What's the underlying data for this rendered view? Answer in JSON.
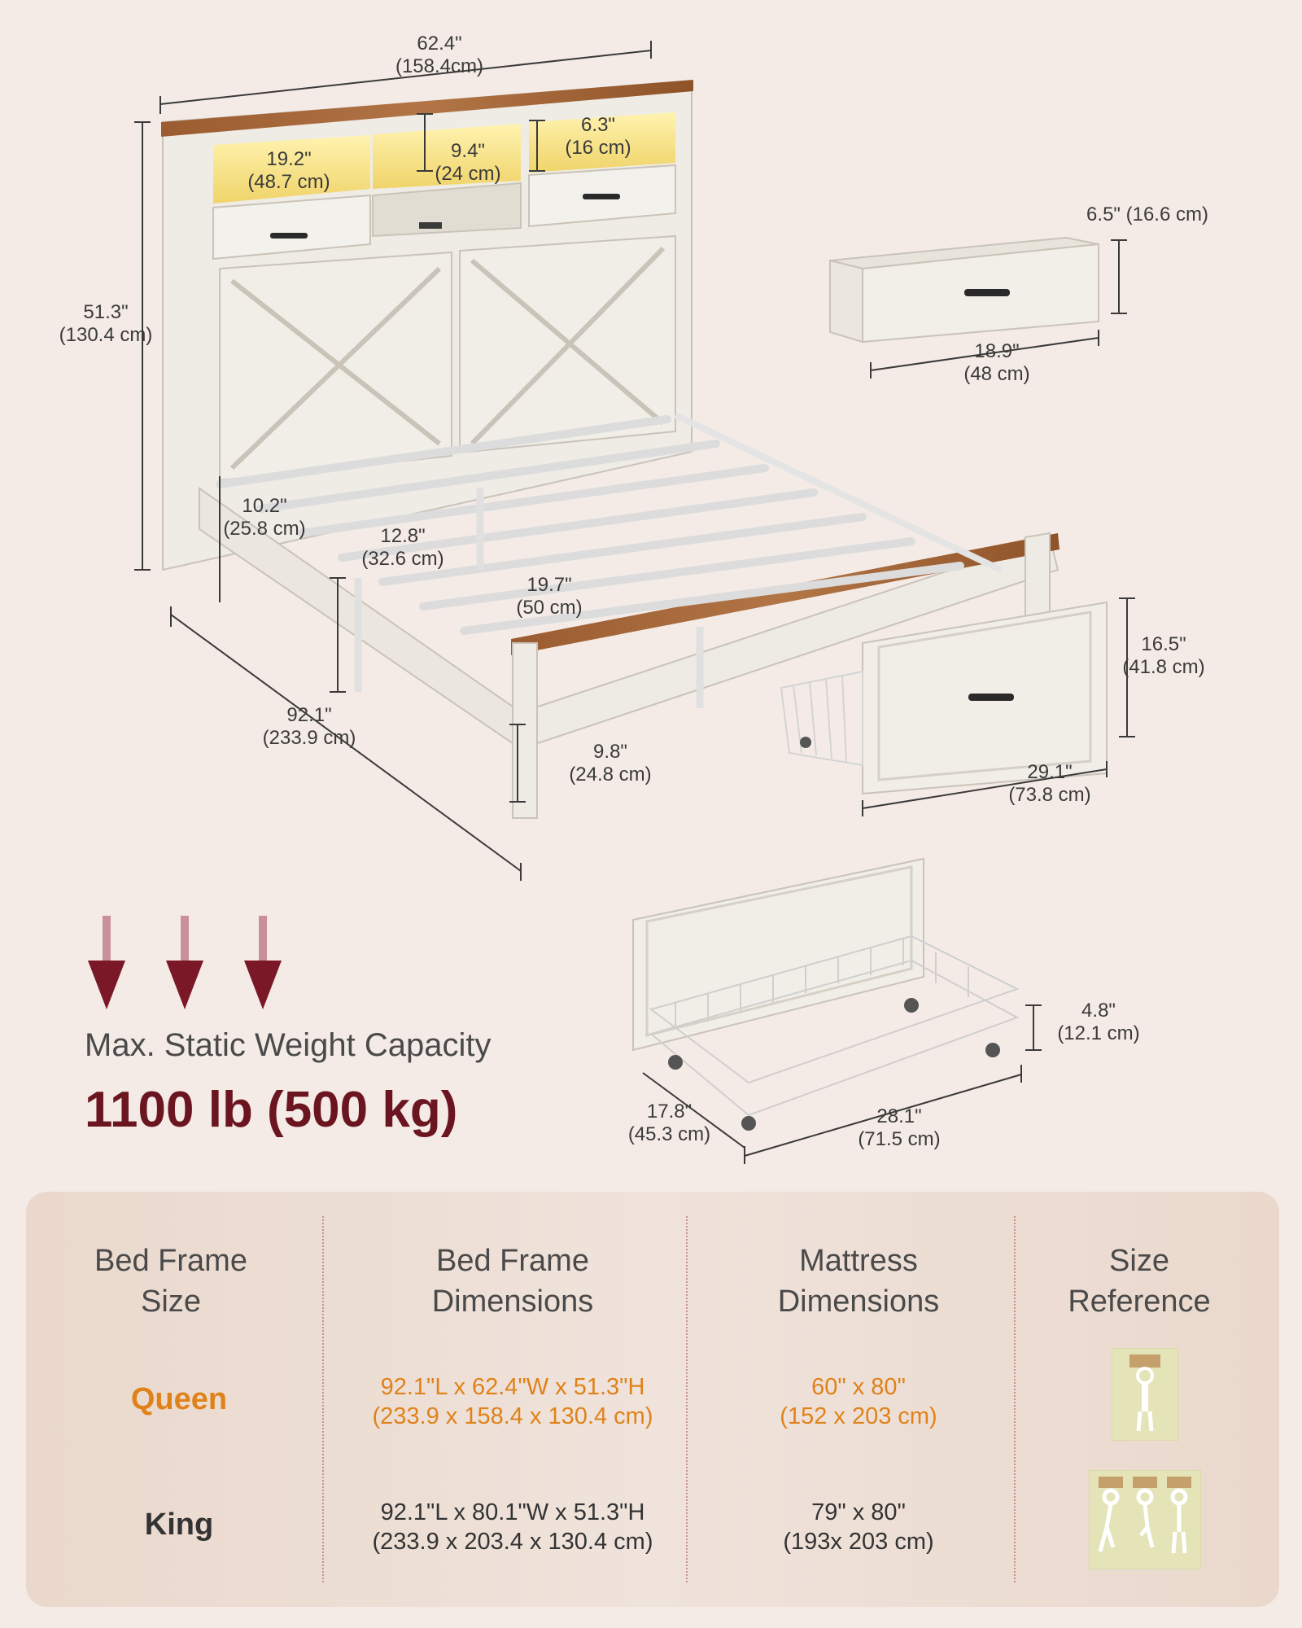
{
  "dimensions": {
    "overall_width": {
      "in": "62.4\"",
      "cm": "(158.4cm)"
    },
    "overall_height": {
      "in": "51.3\"",
      "cm": "(130.4 cm)"
    },
    "left_shelf": {
      "in": "19.2\"",
      "cm": "(48.7 cm)"
    },
    "middle_shelf": {
      "in": "9.4\"",
      "cm": "(24 cm)"
    },
    "right_shelf": {
      "in": "6.3\"",
      "cm": "(16 cm)"
    },
    "side_rail": {
      "in": "10.2\"",
      "cm": "(25.8 cm)"
    },
    "underbed_clearance": {
      "in": "12.8\"",
      "cm": "(32.6 cm)"
    },
    "slat_span": {
      "in": "19.7\"",
      "cm": "(50 cm)"
    },
    "overall_length": {
      "in": "92.1\"",
      "cm": "(233.9 cm)"
    },
    "footboard_height": {
      "in": "9.8\"",
      "cm": "(24.8 cm)"
    },
    "headboard_drawer_height": {
      "in": "6.5\" (16.6 cm)"
    },
    "headboard_drawer_width": {
      "in": "18.9\"",
      "cm": "(48 cm)"
    },
    "storage_drawer_height": {
      "in": "16.5\"",
      "cm": "(41.8 cm)"
    },
    "storage_drawer_width": {
      "in": "29.1\"",
      "cm": "(73.8 cm)"
    },
    "basket_height": {
      "in": "4.8\"",
      "cm": "(12.1 cm)"
    },
    "basket_depth": {
      "in": "17.8\"",
      "cm": "(45.3 cm)"
    },
    "basket_width": {
      "in": "28.1\"",
      "cm": "(71.5 cm)"
    }
  },
  "capacity": {
    "title": "Max. Static Weight Capacity",
    "value": "1100 lb (500 kg)"
  },
  "table": {
    "headers": [
      [
        "Bed Frame",
        "Size"
      ],
      [
        "Bed Frame",
        "Dimensions"
      ],
      [
        "Mattress",
        "Dimensions"
      ],
      [
        "Size",
        "Reference"
      ]
    ],
    "rows": [
      {
        "size": "Queen",
        "frame": [
          "92.1\"L x 62.4\"W x 51.3\"H",
          "(233.9 x 158.4 x 130.4 cm)"
        ],
        "mattress": [
          "60\" x 80\"",
          "(152 x 203 cm)"
        ]
      },
      {
        "size": "King",
        "frame": [
          "92.1\"L x 80.1\"W x 51.3\"H",
          "(233.9 x 203.4 x 130.4 cm)"
        ],
        "mattress": [
          "79\" x 80\"",
          "(193x 203  cm)"
        ]
      }
    ]
  },
  "colors": {
    "accent_queen": "#e0821a",
    "capacity_red": "#6a1520",
    "wood": "#a86a3c"
  }
}
